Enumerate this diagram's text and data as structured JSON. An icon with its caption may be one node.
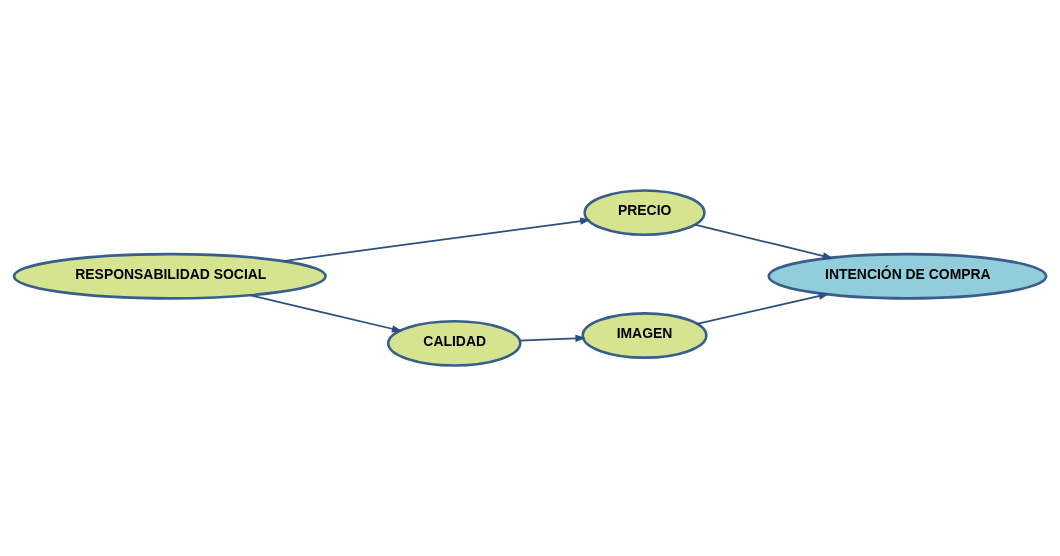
{
  "diagram": {
    "nodes": [
      {
        "text": [
          "RESPONSABILIDAD SOCIAL"
        ]
      },
      {
        "text": [
          "PRECIO"
        ]
      },
      {
        "text": [
          "CALIDAD"
        ]
      },
      {
        "text": [
          "IMAGEN"
        ]
      },
      {
        "text": [
          "INTENCIÓN DE COMPRA"
        ]
      }
    ],
    "edges": [
      {
        "from": 0,
        "to": 1,
        "arrow": "to"
      },
      {
        "from": 0,
        "to": 2,
        "arrow": "to"
      },
      {
        "from": 2,
        "to": 3,
        "arrow": "to"
      },
      {
        "from": 1,
        "to": 4,
        "arrow": "to"
      },
      {
        "from": 3,
        "to": 4,
        "arrow": "to"
      }
    ]
  }
}
